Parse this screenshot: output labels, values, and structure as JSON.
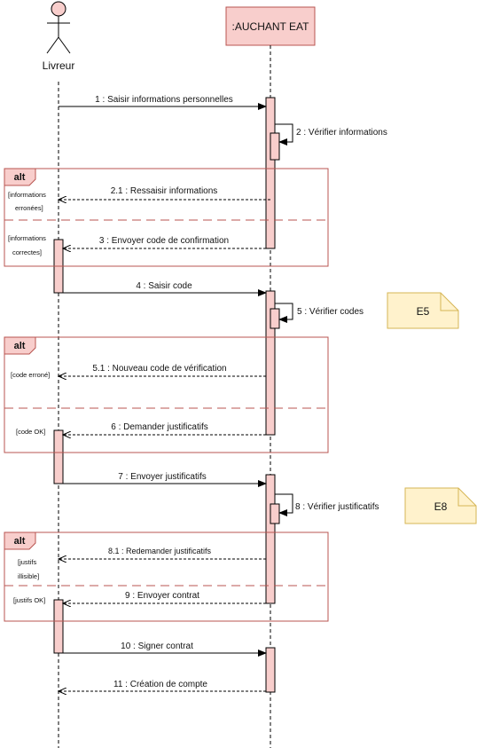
{
  "actor": {
    "name": "Livreur"
  },
  "system": {
    "name": ":AUCHANT EAT"
  },
  "colors": {
    "lifeline_box_fill": "#f8cecc",
    "lifeline_box_stroke": "#b85450",
    "actor_fill": "#f8cecc",
    "alt_frame": "#b85450",
    "note_fill": "#fff2cc",
    "note_stroke": "#d6b656"
  },
  "messages": [
    {
      "label": "1 : Saisir informations personnelles"
    },
    {
      "label": "2 : Vérifier informations"
    },
    {
      "label": "2.1 : Ressaisir informations"
    },
    {
      "label": "3 : Envoyer code de confirmation"
    },
    {
      "label": "4 : Saisir code"
    },
    {
      "label": "5 : Vérifier codes"
    },
    {
      "label": "5.1 : Nouveau code de vérification"
    },
    {
      "label": "6 : Demander justificatifs"
    },
    {
      "label": "7 : Envoyer justificatifs"
    },
    {
      "label": "8 : Vérifier justificatifs"
    },
    {
      "label": "8.1 : Redemander justificatifs"
    },
    {
      "label": "9 : Envoyer contrat"
    },
    {
      "label": "10 : Signer contrat"
    },
    {
      "label": "11 : Création de compte"
    }
  ],
  "alts": [
    {
      "label": "alt",
      "guard1": [
        "[informations",
        "erronées]"
      ],
      "guard2": [
        "[informations",
        "correctes]"
      ]
    },
    {
      "label": "alt",
      "guard1": [
        "[code erroné]"
      ],
      "guard2": [
        "[code OK]"
      ]
    },
    {
      "label": "alt",
      "guard1": [
        "[justifs",
        "illisible]"
      ],
      "guard2": [
        "[justifs OK]"
      ]
    }
  ],
  "notes": [
    {
      "label": "E5"
    },
    {
      "label": "E8"
    }
  ]
}
